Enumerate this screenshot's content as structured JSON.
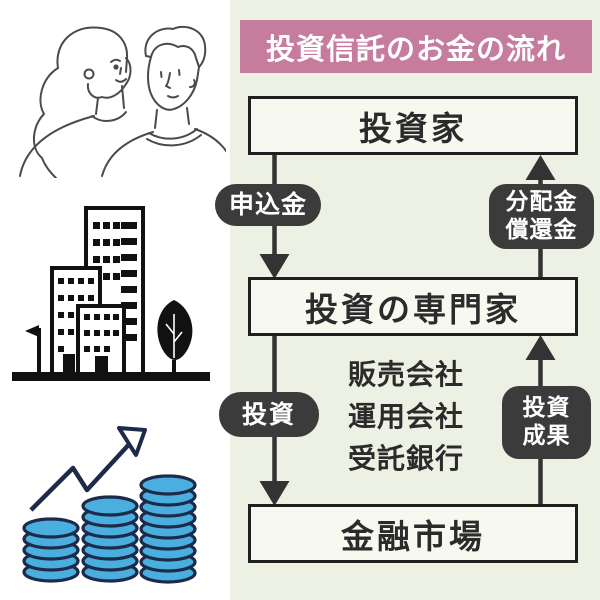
{
  "header": {
    "title": "投資信託のお金の流れ"
  },
  "flow": {
    "nodes": {
      "investor": "投資家",
      "experts": "投資の専門家",
      "market": "金融市場"
    },
    "labels": {
      "apply": "申込金",
      "distribution_line1": "分配金",
      "distribution_line2": "償還金",
      "invest": "投資",
      "result_line1": "投資",
      "result_line2": "成果"
    },
    "companies": [
      "販売会社",
      "運用会社",
      "受託銀行"
    ]
  },
  "icons": {
    "couple": "couple-line-art-icon",
    "buildings": "office-buildings-icon",
    "coins": "growing-coin-stacks-icon",
    "growth_arrow": "growth-arrow-icon",
    "tree": "tree-icon",
    "lamp": "street-lamp-icon"
  },
  "colors": {
    "banner_bg": "#c67c9d",
    "panel_bg": "#edf1e4",
    "pill_bg": "#3b3b3b",
    "box_bg": "#f7f8f0",
    "box_border": "#1f1f1f",
    "ink": "#2b2b2b",
    "arrow": "#333333",
    "coin_blue": "#4aaede",
    "coin_outline": "#1c2b4a",
    "line_art": "#4a4a4a",
    "building_black": "#111111"
  }
}
